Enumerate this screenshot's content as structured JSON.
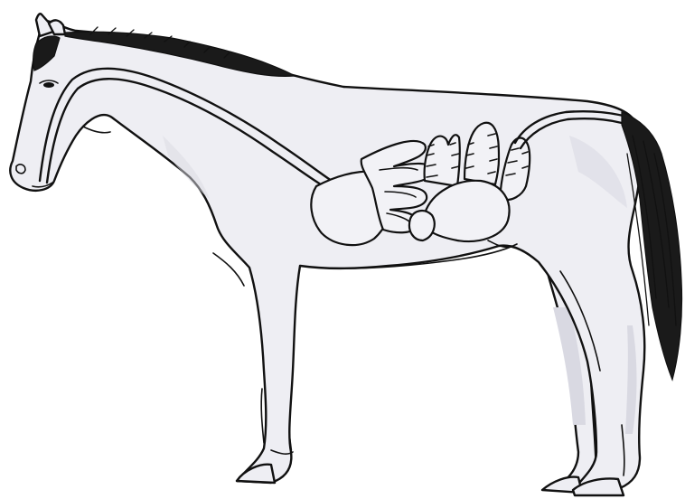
{
  "figure": {
    "subject": "horse",
    "style": "hand-drawn line illustration",
    "colors": {
      "background": "#ffffff",
      "body_fill": "#eeeef3",
      "outline": "#111111",
      "shading": "#d9d9e2",
      "mane_tail": "#1a1a1a"
    },
    "parts": [
      "head",
      "neck",
      "mane",
      "body",
      "tail",
      "front-legs",
      "hind-legs",
      "esophagus",
      "stomach",
      "small-intestine",
      "cecum",
      "large-colon",
      "small-colon"
    ]
  }
}
